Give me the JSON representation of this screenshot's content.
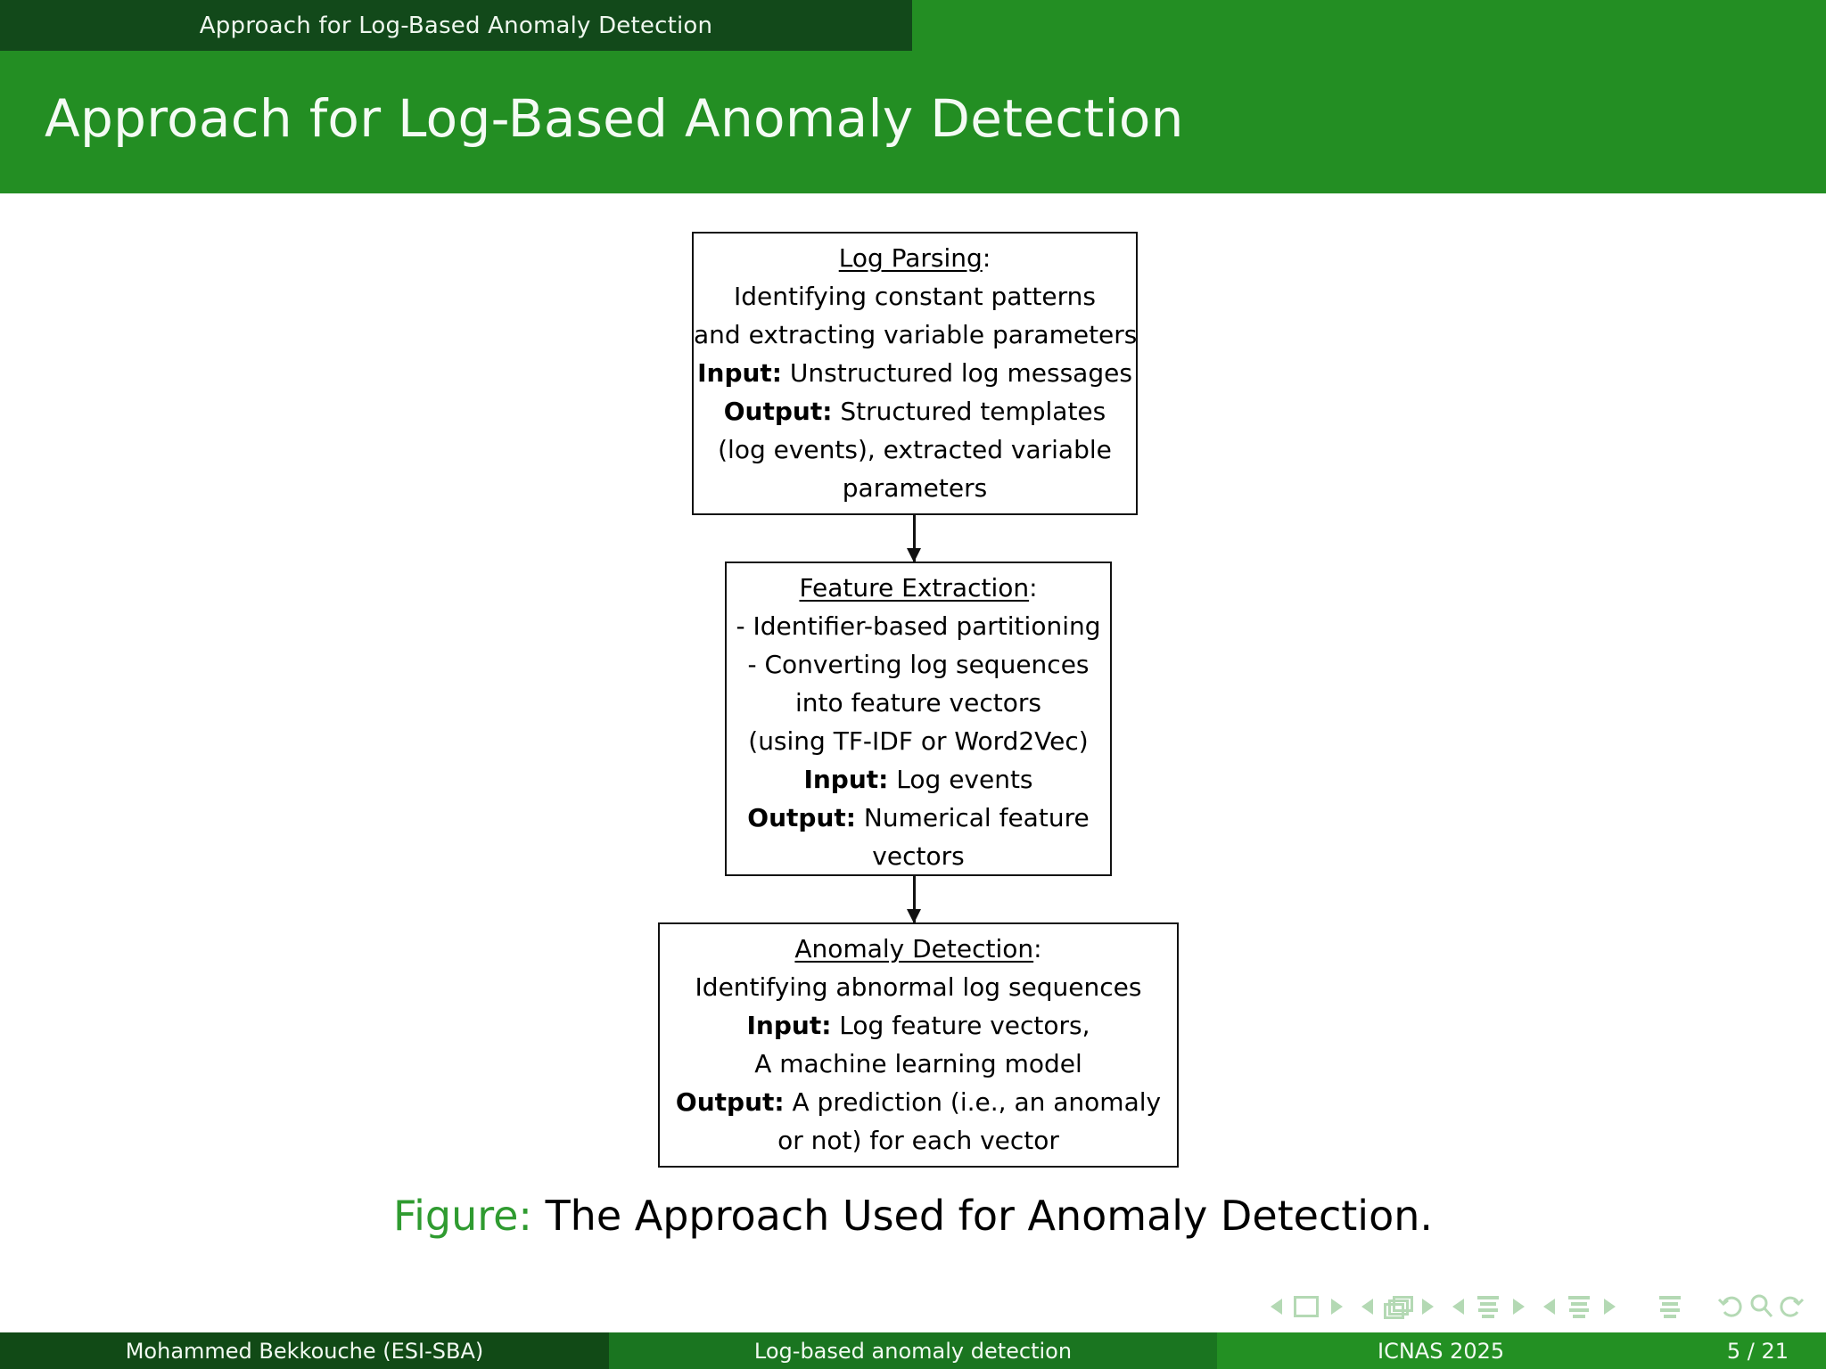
{
  "header": {
    "mini_title": "Approach for Log-Based Anomaly Detection",
    "title": "Approach for Log-Based Anomaly Detection",
    "bar_color": "#12491a",
    "band_color": "#238e23"
  },
  "figure": {
    "caption_label": "Figure:",
    "caption_text": "The Approach Used for Anomaly Detection.",
    "caption_label_color": "#2f9b30"
  },
  "flow": {
    "boxes": [
      {
        "id": "log-parsing",
        "title": "Log Parsing",
        "title_suffix": ":",
        "lines": [
          {
            "bold": "",
            "text": "Identifying constant patterns"
          },
          {
            "bold": "",
            "text": "and extracting variable parameters"
          },
          {
            "bold": "Input:",
            "text": " Unstructured log messages"
          },
          {
            "bold": "Output:",
            "text": " Structured templates"
          },
          {
            "bold": "",
            "text": "(log events), extracted variable"
          },
          {
            "bold": "",
            "text": "parameters"
          }
        ]
      },
      {
        "id": "feature-extraction",
        "title": "Feature Extraction",
        "title_suffix": ":",
        "lines": [
          {
            "bold": "",
            "text": "- Identifier-based partitioning"
          },
          {
            "bold": "",
            "text": "- Converting log sequences"
          },
          {
            "bold": "",
            "text": "into feature vectors"
          },
          {
            "bold": "",
            "text": "(using TF-IDF or Word2Vec)"
          },
          {
            "bold": "Input:",
            "text": " Log events"
          },
          {
            "bold": "Output:",
            "text": " Numerical feature"
          },
          {
            "bold": "",
            "text": "vectors"
          }
        ]
      },
      {
        "id": "anomaly-detection",
        "title": "Anomaly Detection",
        "title_suffix": ":",
        "lines": [
          {
            "bold": "",
            "text": "Identifying abnormal log sequences"
          },
          {
            "bold": "Input:",
            "text": " Log feature vectors,"
          },
          {
            "bold": "",
            "text": "A machine learning model"
          },
          {
            "bold": "Output:",
            "text": " A prediction (i.e., an anomaly"
          },
          {
            "bold": "",
            "text": "or not) for each vector"
          }
        ]
      }
    ]
  },
  "navigation": {
    "icons": [
      "prev-slide-arrow-icon",
      "slide-square-icon",
      "next-slide-arrow-icon",
      "prev-frame-arrow-icon",
      "frames-stack-icon",
      "next-frame-arrow-icon",
      "prev-subsection-arrow-icon",
      "subsection-lines-icon",
      "next-subsection-arrow-icon",
      "prev-section-arrow-icon",
      "section-lines-icon",
      "next-section-arrow-icon",
      "document-lines-icon",
      "back-icon",
      "search-icon",
      "forward-icon"
    ],
    "color": "#a8d3a8"
  },
  "footer": {
    "author": "Mohammed Bekkouche  (ESI-SBA)",
    "subject": "Log-based anomaly detection",
    "conference": "ICNAS 2025",
    "page": "5 / 21",
    "colors": {
      "author_bg": "#114a16",
      "subject_bg": "#1a7520",
      "right_bg": "#239023"
    }
  }
}
